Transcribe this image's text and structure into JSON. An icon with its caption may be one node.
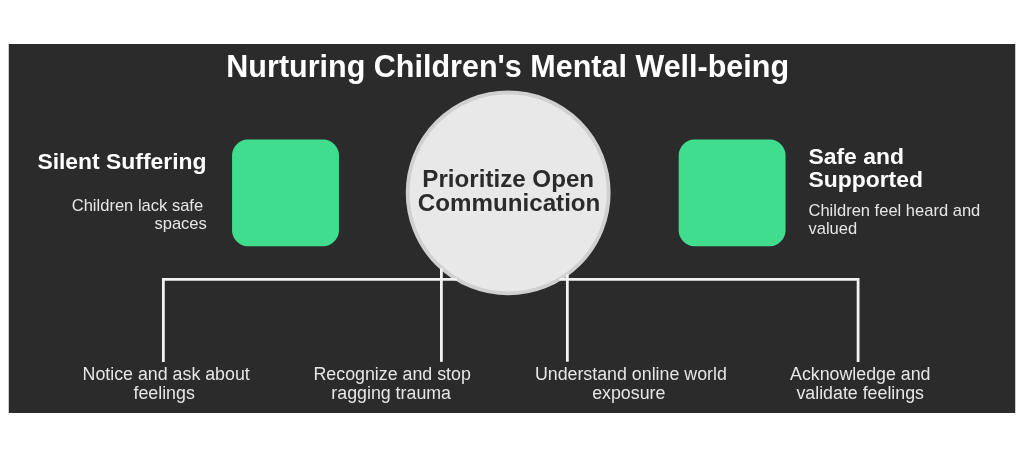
{
  "diagram": {
    "title": "Nurturing Children's Mental Well-being",
    "nodes": [
      {
        "text": [
          "Silent Suffering",
          "Children lack safe spaces"
        ]
      },
      {
        "text": [
          "Prioritize Open Communication"
        ]
      },
      {
        "text": [
          "Safe and Supported",
          "Children feel heard and valued"
        ]
      },
      {
        "text": [
          "Notice and ask about feelings"
        ]
      },
      {
        "text": [
          "Recognize and stop ragging trauma"
        ]
      },
      {
        "text": [
          "Understand online world exposure"
        ]
      },
      {
        "text": [
          "Acknowledge and validate feelings"
        ]
      }
    ],
    "edges": [
      {
        "from": 1,
        "to": 3,
        "arrow": "none"
      },
      {
        "from": 1,
        "to": 4,
        "arrow": "none"
      },
      {
        "from": 1,
        "to": 5,
        "arrow": "none"
      },
      {
        "from": 1,
        "to": 6,
        "arrow": "none"
      }
    ]
  }
}
